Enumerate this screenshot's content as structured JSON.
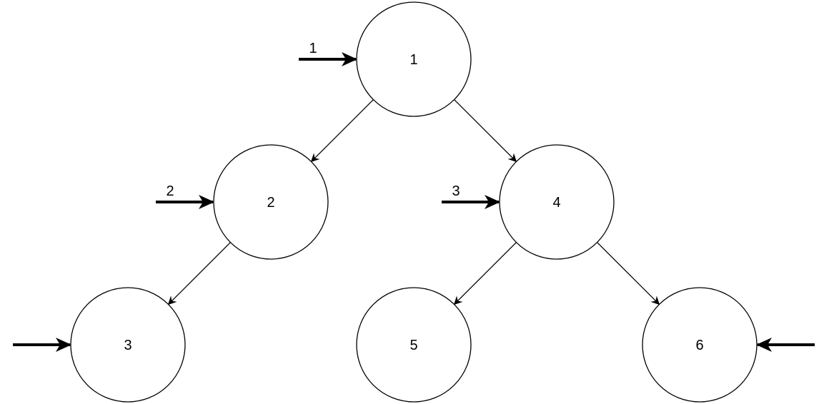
{
  "diagram": {
    "nodes": [
      {
        "id": "1",
        "label": "1"
      },
      {
        "id": "2",
        "label": "2"
      },
      {
        "id": "4",
        "label": "4"
      },
      {
        "id": "3",
        "label": "3"
      },
      {
        "id": "5",
        "label": "5"
      },
      {
        "id": "6",
        "label": "6"
      }
    ],
    "edges": [
      {
        "from": "1",
        "to": "2"
      },
      {
        "from": "1",
        "to": "4"
      },
      {
        "from": "2",
        "to": "3"
      },
      {
        "from": "4",
        "to": "5"
      },
      {
        "from": "4",
        "to": "6"
      }
    ],
    "pointers": [
      {
        "target": "1",
        "label": "1",
        "side": "left"
      },
      {
        "target": "2",
        "label": "2",
        "side": "left"
      },
      {
        "target": "4",
        "label": "3",
        "side": "left"
      },
      {
        "target": "3",
        "label": "",
        "side": "left"
      },
      {
        "target": "6",
        "label": "",
        "side": "right"
      }
    ],
    "colors": {
      "stroke": "#000000",
      "fill": "#ffffff"
    }
  }
}
